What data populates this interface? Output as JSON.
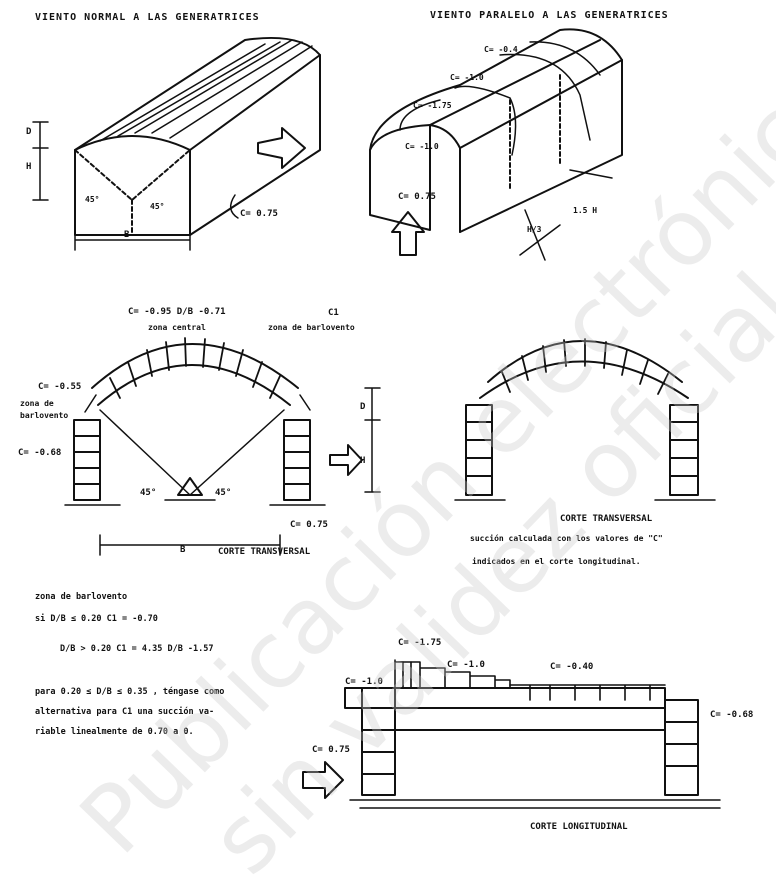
{
  "headers": {
    "left": "VIENTO NORMAL A LAS GENERATRICES",
    "right": "VIENTO PARALELO A LAS GENERATRICES"
  },
  "fig1": {
    "d": "D",
    "h": "H",
    "b": "B",
    "angle1": "45°",
    "angle2": "45°",
    "coef": "C= 0.75"
  },
  "fig2": {
    "c1": "C= -0.4",
    "c2": "C= -1.0",
    "c3": "C= -1.75",
    "c4": "C= -1.0",
    "c5": "C= 0.75",
    "dim1": "1.5 H",
    "dim2": "H/3"
  },
  "fig3": {
    "formula": "C= -0.95 D/B -0.71",
    "zone_central": "zona central",
    "c1": "C1",
    "zone_barlovento_r": "zona de barlovento",
    "c_left": "C= -0.55",
    "zone_barlovento_l": "zona de barlovento",
    "c_wall": "C= -0.68",
    "angle_l": "45°",
    "angle_r": "45°",
    "c_wind": "C= 0.75",
    "b": "B",
    "d": "D",
    "h": "H",
    "title": "CORTE TRANSVERSAL"
  },
  "fig4": {
    "title": "CORTE TRANSVERSAL",
    "note1": "succión calculada con los valores de \"C\"",
    "note2": "indicados en el corte longitudinal."
  },
  "notes": {
    "line1": "zona de barlovento",
    "line2": "si D/B ≤ 0.20  C1 = -0.70",
    "line3": "D/B > 0.20  C1 = 4.35 D/B -1.57",
    "line4": "para 0.20 ≤ D/B ≤ 0.35 , téngase como",
    "line5": "alternativa para C1 una succión va-",
    "line6": "riable linealmente de 0.70 a 0."
  },
  "fig5": {
    "c175": "C= -1.75",
    "c10": "C= -1.0",
    "c040": "C= -0.40",
    "c110": "C= -1.0",
    "c068": "C= -0.68",
    "c075": "C= 0.75",
    "title": "CORTE LONGITUDINAL"
  },
  "watermark": {
    "line1": "Publicación electrónica",
    "line2": "sin validez oficial"
  }
}
